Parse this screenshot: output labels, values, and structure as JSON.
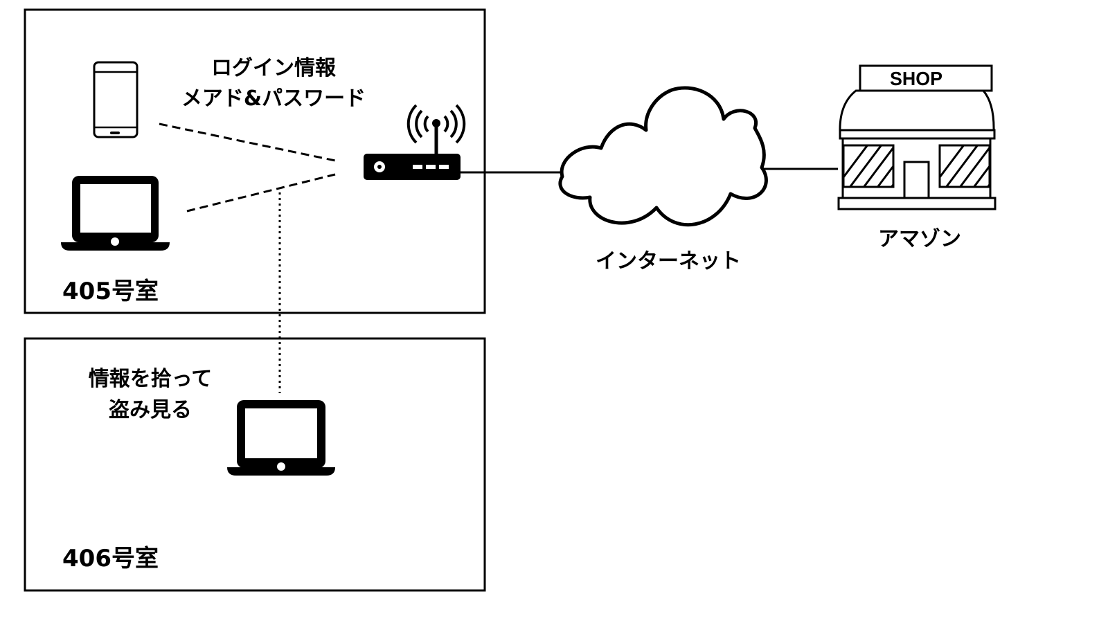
{
  "diagram": {
    "title": "Wi-Fi eavesdropping network diagram",
    "rooms": [
      {
        "label": "405号室"
      },
      {
        "label": "406号室"
      }
    ],
    "annotations": {
      "login_info_line1": "ログイン情報",
      "login_info_line2": "メアド&パスワード",
      "sniff_line1": "情報を拾って",
      "sniff_line2": "盗み見る"
    },
    "nodes": {
      "smartphone": {
        "icon": "smartphone-icon"
      },
      "laptop_405": {
        "icon": "laptop-icon"
      },
      "router": {
        "icon": "wifi-router-icon"
      },
      "internet": {
        "icon": "cloud-icon",
        "label": "インターネット"
      },
      "shop": {
        "icon": "shop-icon",
        "sign": "SHOP",
        "label": "アマゾン"
      },
      "laptop_406": {
        "icon": "laptop-icon"
      }
    },
    "connections": [
      {
        "from": "smartphone",
        "to": "router",
        "style": "dashed"
      },
      {
        "from": "laptop_405",
        "to": "router",
        "style": "dashed"
      },
      {
        "from": "router",
        "to": "internet",
        "style": "solid"
      },
      {
        "from": "internet",
        "to": "shop",
        "style": "solid"
      },
      {
        "from": "laptop_406",
        "to": "wifi-signal",
        "style": "dotted"
      }
    ],
    "colors": {
      "stroke": "#000000",
      "background": "#ffffff"
    }
  }
}
